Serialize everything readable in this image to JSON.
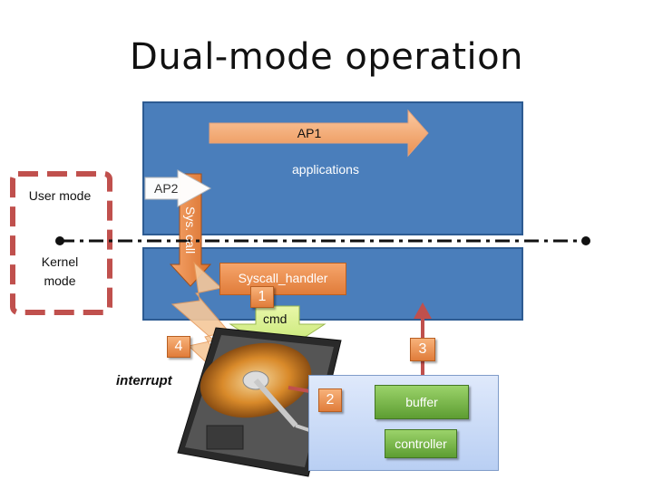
{
  "title": "Dual-mode operation",
  "modes": {
    "user": "User mode",
    "kernel": "Kernel mode"
  },
  "ap1": "AP1",
  "ap2": "AP2",
  "applications": "applications",
  "syscall": "Sys. call",
  "syscall_handler": "Syscall_handler",
  "cmd": "cmd",
  "interrupt": "interrupt",
  "buffer": "buffer",
  "controller": "controller",
  "steps": [
    "1",
    "2",
    "3",
    "4"
  ],
  "colors": {
    "panel": "#4a7ebb",
    "orange": "#e8894a",
    "green": "#6aaa3e",
    "red": "#c0504d",
    "dashed_border": "#c0504d"
  }
}
